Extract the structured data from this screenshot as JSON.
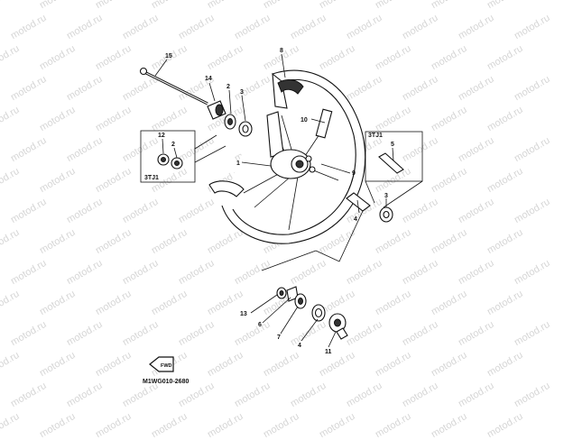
{
  "watermark": "motod.ru",
  "variant_label": "3TJ1",
  "diagram_code": "M1WG010-2680",
  "fwd_label": "FWD",
  "callouts": [
    {
      "id": "c1",
      "text": "1"
    },
    {
      "id": "c2a",
      "text": "2"
    },
    {
      "id": "c2b",
      "text": "2"
    },
    {
      "id": "c3a",
      "text": "3"
    },
    {
      "id": "c3b",
      "text": "3"
    },
    {
      "id": "c4",
      "text": "4"
    },
    {
      "id": "c4b",
      "text": "4"
    },
    {
      "id": "c5",
      "text": "5"
    },
    {
      "id": "c6",
      "text": "6"
    },
    {
      "id": "c7",
      "text": "7"
    },
    {
      "id": "c8",
      "text": "8"
    },
    {
      "id": "c9",
      "text": "9"
    },
    {
      "id": "c10",
      "text": "10"
    },
    {
      "id": "c11",
      "text": "11"
    },
    {
      "id": "c12",
      "text": "12"
    },
    {
      "id": "c13",
      "text": "13"
    },
    {
      "id": "c14",
      "text": "14"
    },
    {
      "id": "c15",
      "text": "15"
    }
  ]
}
